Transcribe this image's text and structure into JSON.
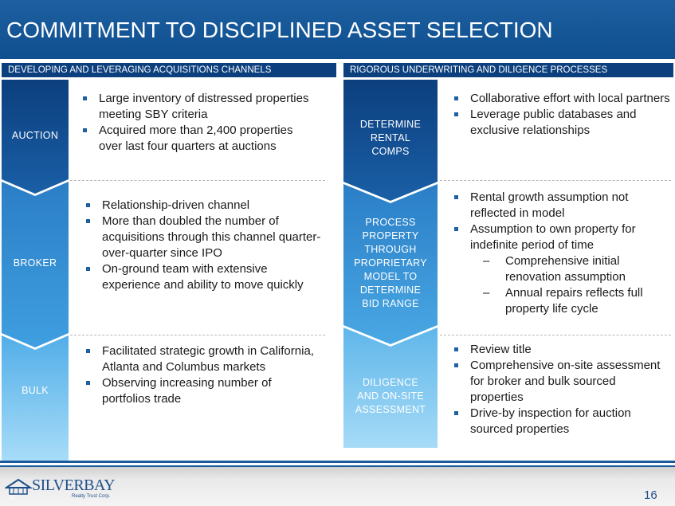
{
  "title": "COMMITMENT TO DISCIPLINED ASSET SELECTION",
  "left_section": {
    "header": "DEVELOPING AND LEVERAGING ACQUISITIONS CHANNELS",
    "rows": [
      {
        "label": [
          "AUCTION"
        ],
        "bullets": [
          "Large inventory of distressed properties meeting SBY criteria",
          "Acquired more than 2,400 properties over last four quarters at auctions"
        ]
      },
      {
        "label": [
          "BROKER"
        ],
        "bullets": [
          "Relationship-driven channel",
          "More than doubled the number of acquisitions through this channel quarter-over-quarter since IPO",
          "On-ground team with extensive experience and ability to move quickly"
        ]
      },
      {
        "label": [
          "BULK"
        ],
        "bullets": [
          "Facilitated strategic growth in California, Atlanta and Columbus markets",
          "Observing increasing number of portfolios trade"
        ]
      }
    ]
  },
  "right_section": {
    "header": "RIGOROUS UNDERWRITING AND DILIGENCE PROCESSES",
    "rows": [
      {
        "label": [
          "DETERMINE",
          "RENTAL",
          "COMPS"
        ],
        "bullets": [
          "Collaborative effort with local partners",
          "Leverage public databases and exclusive relationships"
        ]
      },
      {
        "label": [
          "PROCESS",
          "PROPERTY",
          "THROUGH",
          "PROPRIETARY",
          "MODEL TO",
          "DETERMINE",
          "BID RANGE"
        ],
        "bullets": [
          "Rental growth assumption not reflected in model",
          "Assumption to own property for indefinite period of time"
        ],
        "sub_bullets": [
          "Comprehensive initial renovation assumption",
          "Annual repairs reflects full property life cycle"
        ]
      },
      {
        "label": [
          "DILIGENCE",
          "AND ON-SITE",
          "ASSESSMENT"
        ],
        "bullets": [
          "Review title",
          "Comprehensive on-site assessment for broker and bulk sourced properties",
          "Drive-by inspection for auction sourced properties"
        ]
      }
    ]
  },
  "footer": {
    "logo_word": "SILVERBAY",
    "logo_tag": "Realty Trust Corp.",
    "logo_small_num": "16",
    "page_number": "16"
  },
  "colors": {
    "title_blue": "#1d5fa0",
    "header_navy": "#0b3f7d",
    "chevron_dark": "#0c3f7e",
    "chevron_light": "#8ad0f5",
    "bullet_blue": "#1d5fa0"
  }
}
